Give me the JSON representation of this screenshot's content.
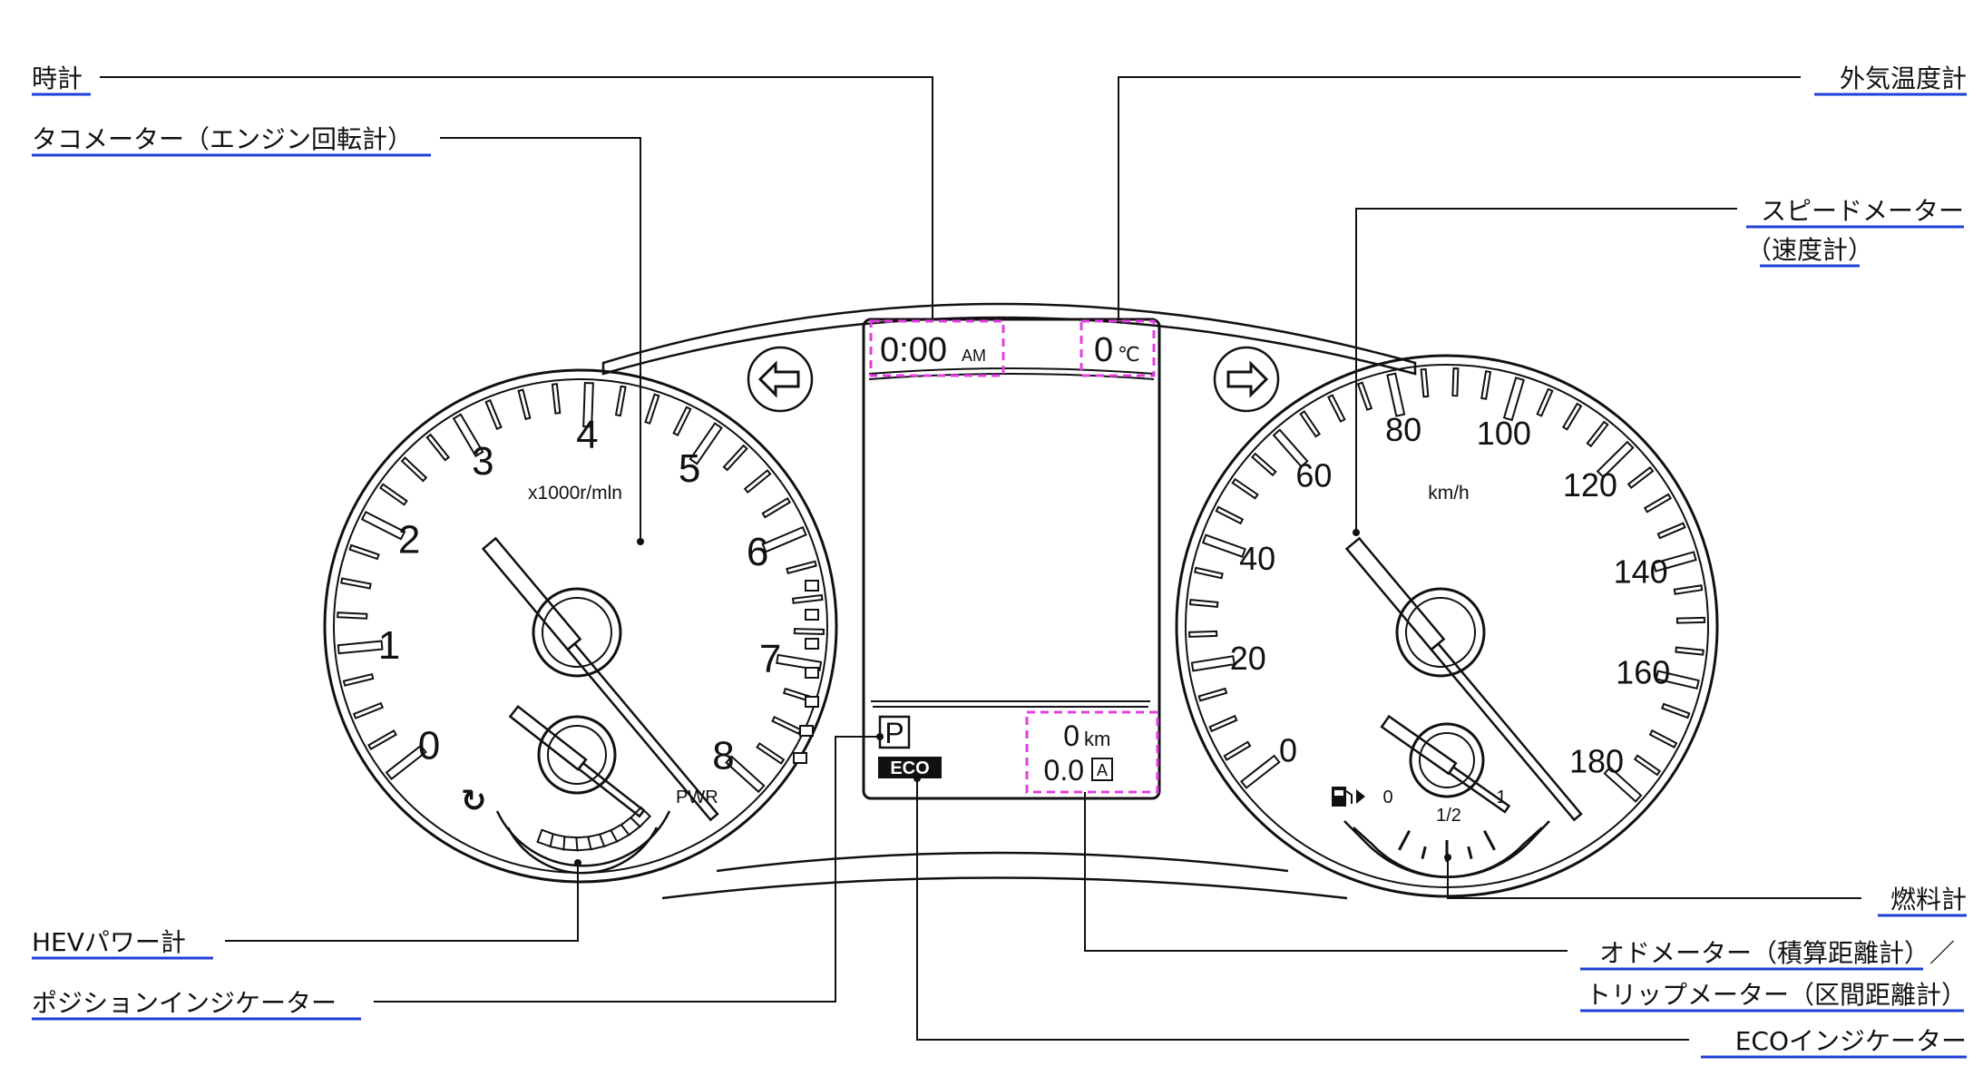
{
  "labels": {
    "clock": "時計",
    "tachometer": "タコメーター（エンジン回転計）",
    "hev_power": "HEVパワー計",
    "position_indicator": "ポジションインジケーター",
    "outside_temp": "外気温度計",
    "speedometer_line1": "スピードメーター",
    "speedometer_line2": "（速度計）",
    "fuel_gauge": "燃料計",
    "odo_trip_line1": "オドメーター（積算距離計）／",
    "odo_trip_line2": "トリップメーター（区間距離計）",
    "eco_indicator": "ECOインジケーター"
  },
  "display": {
    "clock_value": "0:00",
    "clock_suffix": "AM",
    "temp_value": "0",
    "temp_unit": "℃",
    "shift_position": "P",
    "eco_badge": "ECO",
    "odometer_value": "0",
    "odometer_unit": "km",
    "trip_value": "0.0",
    "trip_tag": "A"
  },
  "tachometer": {
    "unit": "x1000r/mln",
    "numbers": [
      "0",
      "1",
      "2",
      "3",
      "4",
      "5",
      "6",
      "7",
      "8"
    ],
    "power_label": "PWR"
  },
  "speedometer": {
    "unit": "km/h",
    "numbers": [
      "0",
      "20",
      "40",
      "60",
      "80",
      "100",
      "120",
      "140",
      "160",
      "180"
    ]
  },
  "fuel": {
    "labels": [
      "0",
      "1/2",
      "1"
    ]
  }
}
